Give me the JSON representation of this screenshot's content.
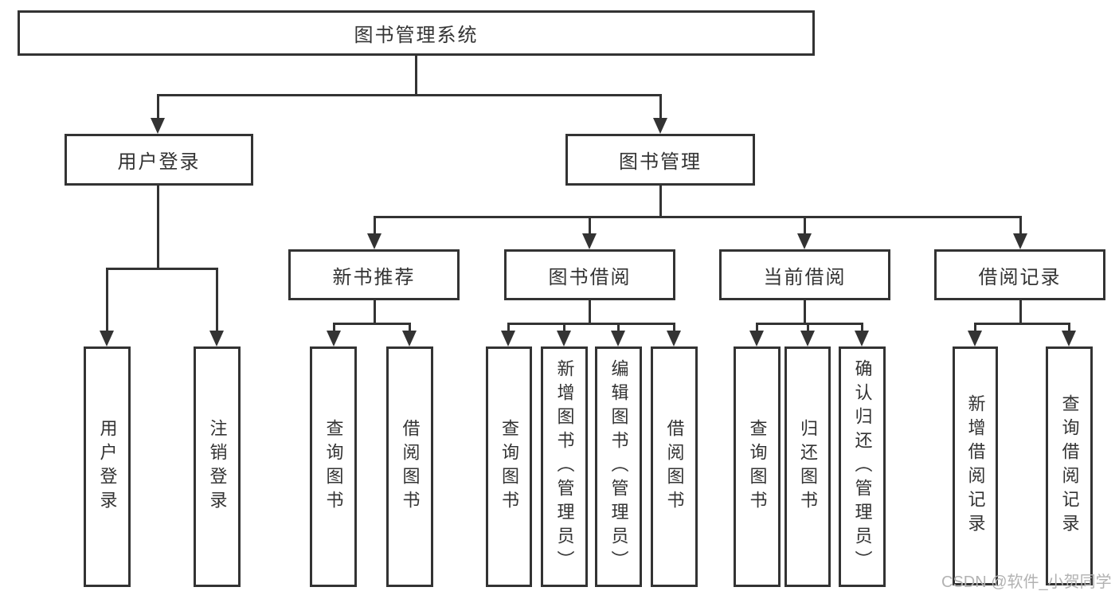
{
  "diagram": {
    "root": {
      "label": "图书管理系统"
    },
    "level2": [
      {
        "label": "用户登录"
      },
      {
        "label": "图书管理"
      }
    ],
    "level3": [
      {
        "label": "新书推荐"
      },
      {
        "label": "图书借阅"
      },
      {
        "label": "当前借阅"
      },
      {
        "label": "借阅记录"
      }
    ],
    "leaves": [
      {
        "label": "用户登录"
      },
      {
        "label": "注销登录"
      },
      {
        "label": "查询图书"
      },
      {
        "label": "借阅图书"
      },
      {
        "label": "查询图书"
      },
      {
        "label": "新增图书（管理员）"
      },
      {
        "label": "编辑图书（管理员）"
      },
      {
        "label": "借阅图书"
      },
      {
        "label": "查询图书"
      },
      {
        "label": "归还图书"
      },
      {
        "label": "确认归还（管理员）"
      },
      {
        "label": "新增借阅记录"
      },
      {
        "label": "查询借阅记录"
      }
    ],
    "watermark": "CSDN @软件_小贺同学",
    "colors": {
      "line": "#333333",
      "text": "#333333",
      "watermark": "#b2b2b2",
      "background": "#ffffff"
    }
  }
}
